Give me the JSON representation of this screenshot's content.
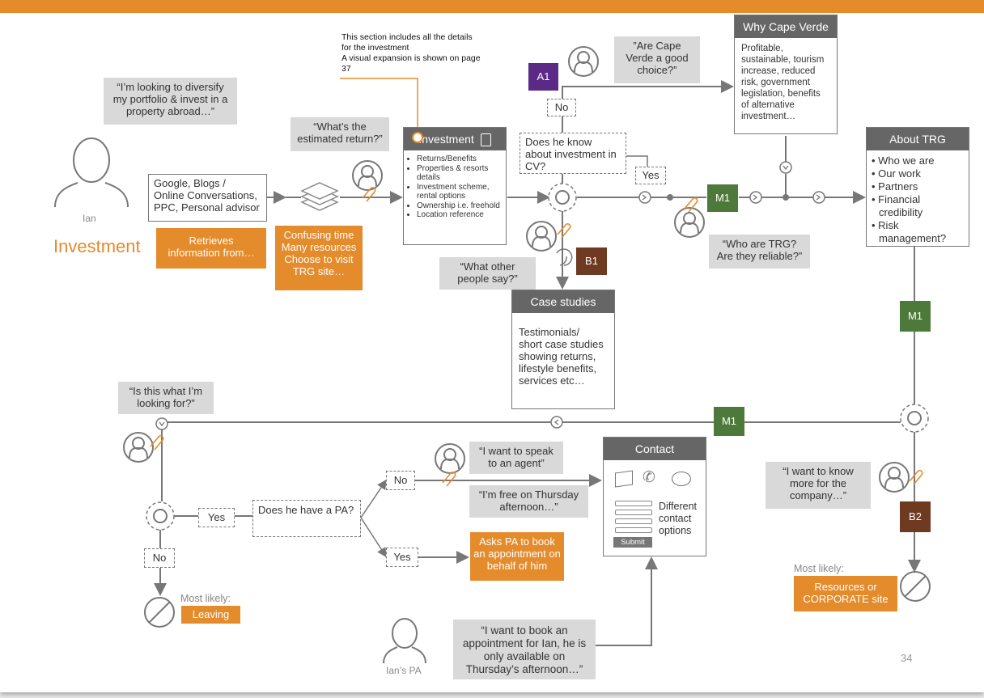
{
  "note": {
    "text": "This section includes all the details for the investment\nA visual expansion is shown on page 37"
  },
  "persona": {
    "name": "Ian",
    "section": "Investment",
    "quote": "“I’m looking to diversify my portfolio & invest in a property abroad…”",
    "sources": "Google, Blogs /\nOnline Conversations,\nPPC, Personal advisor",
    "retrieves": "Retrieves\ninformation from…",
    "confusing": "Confusing time\nMany resources\nChoose to visit\nTRG site…",
    "return_quote": "“What’s the estimated return?”"
  },
  "investment_box": {
    "title": "Investment",
    "items": [
      "Returns/Benefits",
      "Properties & resorts details",
      "Investment scheme, rental options",
      "Ownership i.e. freehold",
      "Location reference"
    ]
  },
  "cape_verde": {
    "question_quote": "”Are Cape Verde a good choice?”",
    "tag": "A1",
    "no_label": "No",
    "yes_label": "Yes",
    "decision": "Does he know about investment in CV?",
    "box_title": "Why Cape Verde",
    "box_text": "Profitable, sustainable, tourism increase, reduced risk, government legislation, benefits of alternative investment…"
  },
  "trg": {
    "tag": "M1",
    "quote": "“Who are TRG? Are they reliable?”",
    "box_title": "About TRG",
    "items": [
      "Who we are",
      "Our work",
      "Partners",
      "Financial credibility",
      "Risk management?"
    ]
  },
  "case_studies": {
    "quote": "“What other people say?”",
    "tag": "B1",
    "title": "Case studies",
    "text": "Testimonials/\nshort case studies showing returns, lifestyle benefits, services etc…"
  },
  "right_flow": {
    "tag_mid": "M1",
    "tag_bottom": "M1",
    "quote": "“I want to know more for the company…”",
    "tag_b2": "B2",
    "most_likely": "Most likely:",
    "outcome": "Resources or\nCORPORATE site"
  },
  "left_flow": {
    "quote": "“Is this what I’m looking for?”",
    "yes_label": "Yes",
    "no_label": "No",
    "decision": "Does he have a PA?",
    "most_likely": "Most likely:",
    "outcome": "Leaving"
  },
  "agent_flow": {
    "no_label": "No",
    "yes_label": "Yes",
    "quote_speak": "“I want to speak to an agent”",
    "quote_free": "“I’m free on Thursday afternoon…”",
    "asks_pa": "Asks PA to book an appointment on behalf of him"
  },
  "contact": {
    "title": "Contact",
    "text": "Different contact options",
    "submit": "Submit"
  },
  "pa": {
    "name": "Ian’s PA",
    "quote": "“I want to book an appointment for Ian, he is only available on Thursday’s afternoon…”"
  },
  "page_number": "34"
}
